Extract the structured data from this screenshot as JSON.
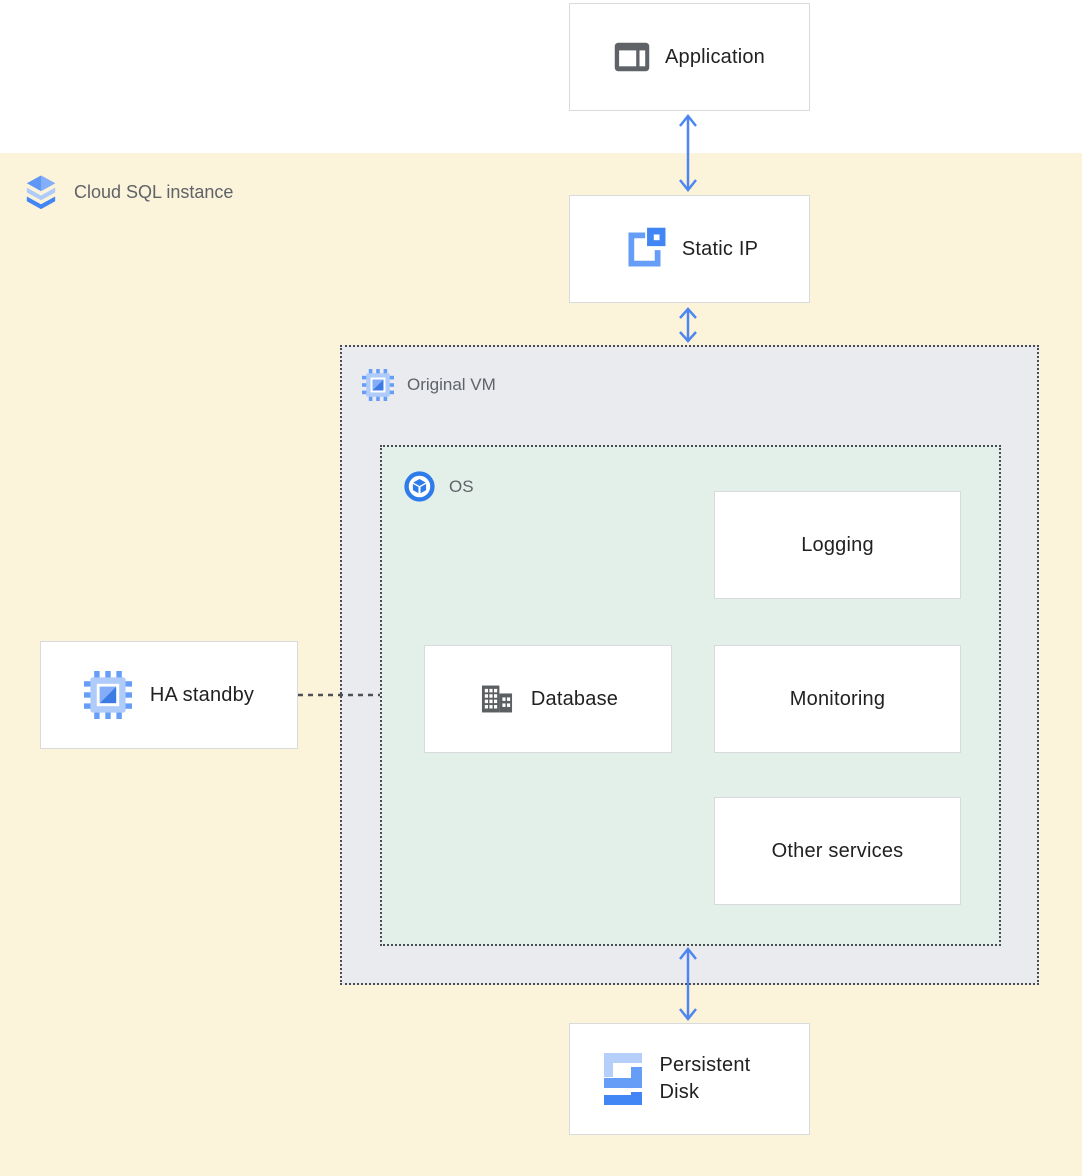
{
  "region": {
    "label": "Cloud SQL instance"
  },
  "vm": {
    "label": "Original VM"
  },
  "os": {
    "label": "OS"
  },
  "nodes": {
    "application": {
      "label": "Application"
    },
    "static_ip": {
      "label": "Static IP"
    },
    "logging": {
      "label": "Logging"
    },
    "database": {
      "label": "Database"
    },
    "monitoring": {
      "label": "Monitoring"
    },
    "other_services": {
      "label": "Other services"
    },
    "ha_standby": {
      "label": "HA standby"
    },
    "persistent_disk": {
      "label": "Persistent Disk"
    }
  },
  "icons": {
    "cloud_sql": "stacked-layers",
    "application": "app-window",
    "static_ip": "external-ip-square",
    "original_vm": "cpu-chip",
    "ha_standby": "cpu-chip",
    "os": "ring-cube",
    "database": "buildings",
    "persistent_disk": "zigzag-disk-stack",
    "connectors": "double-headed-vertical-arrow, dashed-line"
  },
  "colors": {
    "region_bg": "#fbf3da",
    "vm_bg": "#e9ebee",
    "os_bg": "#e2f0e9",
    "node_border": "#d8dade",
    "dotted_border": "#494c50",
    "arrow_blue": "#4e86f1",
    "google_blue": "#4285f4",
    "mid_blue": "#669df6",
    "light_blue": "#aecbfa",
    "icon_gray": "#5c5f62",
    "label_gray": "#5f6368",
    "text_dark": "#212121"
  }
}
